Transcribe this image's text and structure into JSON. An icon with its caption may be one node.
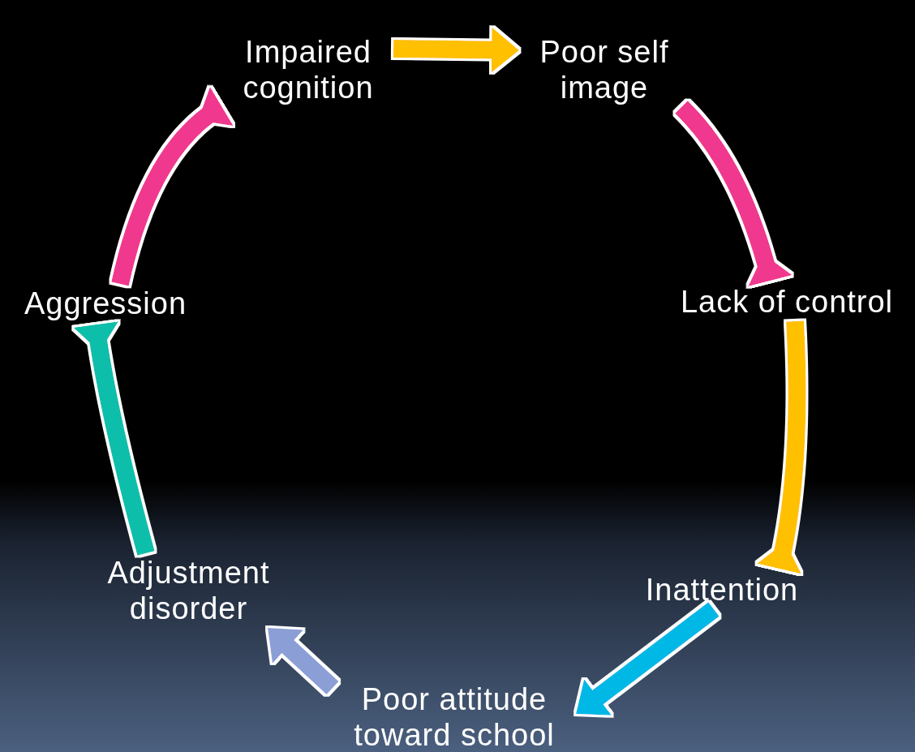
{
  "diagram": {
    "nodes": [
      {
        "text": [
          "Impaired cognition"
        ]
      },
      {
        "text": [
          "Poor self image"
        ]
      },
      {
        "text": [
          "Lack of control"
        ]
      },
      {
        "text": [
          "Inattention"
        ]
      },
      {
        "text": [
          "Poor attitude toward school"
        ]
      },
      {
        "text": [
          "Adjustment disorder"
        ]
      },
      {
        "text": [
          "Aggression"
        ]
      }
    ],
    "edges": [
      {
        "from": 0,
        "to": 1,
        "arrow": "to",
        "color": "#ffc000"
      },
      {
        "from": 1,
        "to": 2,
        "arrow": "to",
        "color": "#f0398f"
      },
      {
        "from": 2,
        "to": 3,
        "arrow": "to",
        "color": "#ffc000"
      },
      {
        "from": 3,
        "to": 4,
        "arrow": "to",
        "color": "#00b8e6"
      },
      {
        "from": 4,
        "to": 5,
        "arrow": "to",
        "color": "#8b9fd6"
      },
      {
        "from": 5,
        "to": 6,
        "arrow": "to",
        "color": "#10bfab"
      },
      {
        "from": 6,
        "to": 0,
        "arrow": "to",
        "color": "#f0398f"
      }
    ]
  }
}
